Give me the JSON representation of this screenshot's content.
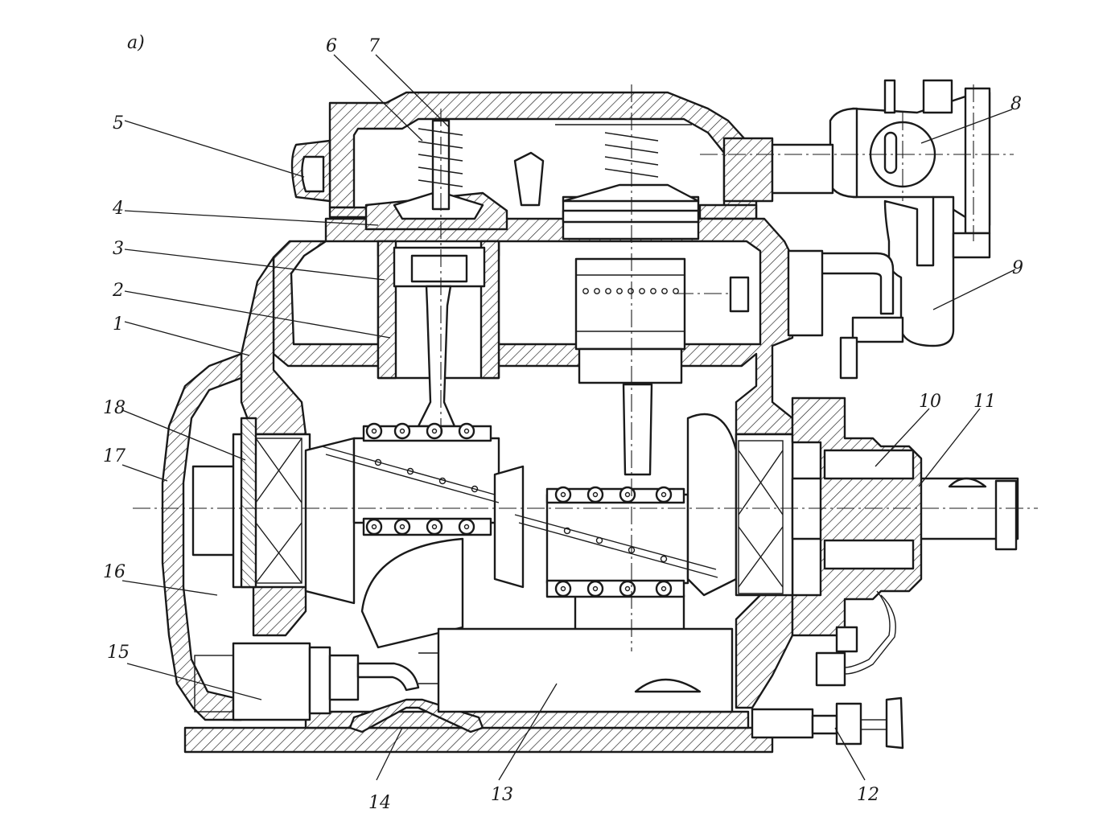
{
  "figure": {
    "panel_label": "а)"
  },
  "callouts": [
    {
      "n": "1"
    },
    {
      "n": "2"
    },
    {
      "n": "3"
    },
    {
      "n": "4"
    },
    {
      "n": "5"
    },
    {
      "n": "6"
    },
    {
      "n": "7"
    },
    {
      "n": "8"
    },
    {
      "n": "9"
    },
    {
      "n": "10"
    },
    {
      "n": "11"
    },
    {
      "n": "12"
    },
    {
      "n": "13"
    },
    {
      "n": "14"
    },
    {
      "n": "15"
    },
    {
      "n": "16"
    },
    {
      "n": "17"
    },
    {
      "n": "18"
    }
  ]
}
